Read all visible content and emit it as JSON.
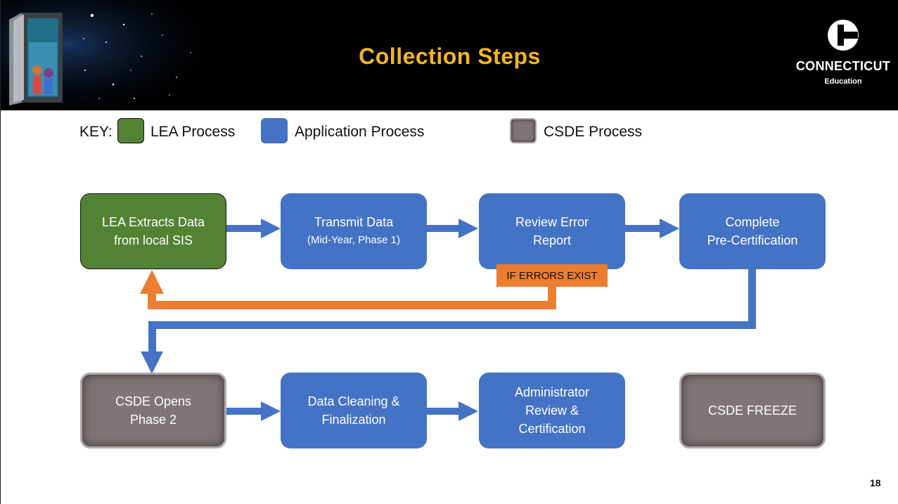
{
  "header": {
    "title": "Collection Steps"
  },
  "logo": {
    "name": "CONNECTICUT",
    "sub": "Education"
  },
  "key": {
    "prefix": "KEY:",
    "items": [
      {
        "label": "LEA Process",
        "color": "#548235"
      },
      {
        "label": "Application Process",
        "color": "#4472c4"
      },
      {
        "label": "CSDE Process",
        "color": "#7f7576"
      }
    ]
  },
  "steps": {
    "lea_extract": {
      "line1": "LEA Extracts Data",
      "line2": "from local SIS"
    },
    "transmit": {
      "line1": "Transmit Data",
      "line2": "(Mid-Year, Phase 1)"
    },
    "review_error": {
      "line1": "Review Error",
      "line2": "Report"
    },
    "pre_cert": {
      "line1": "Complete",
      "line2": "Pre-Certification"
    },
    "csde_opens": {
      "line1": "CSDE Opens",
      "line2": "Phase 2"
    },
    "cleaning": {
      "line1": "Data Cleaning &",
      "line2": "Finalization"
    },
    "admin": {
      "line1": "Administrator",
      "line2": "Review &",
      "line3": "Certification"
    },
    "freeze": {
      "line1": "CSDE FREEZE"
    }
  },
  "error_label": "IF ERRORS EXIST",
  "colors": {
    "lea": "#548235",
    "application": "#4472c4",
    "csde": "#7f7576",
    "error": "#ed7d31",
    "title": "#f3b61f"
  },
  "page_number": "18"
}
